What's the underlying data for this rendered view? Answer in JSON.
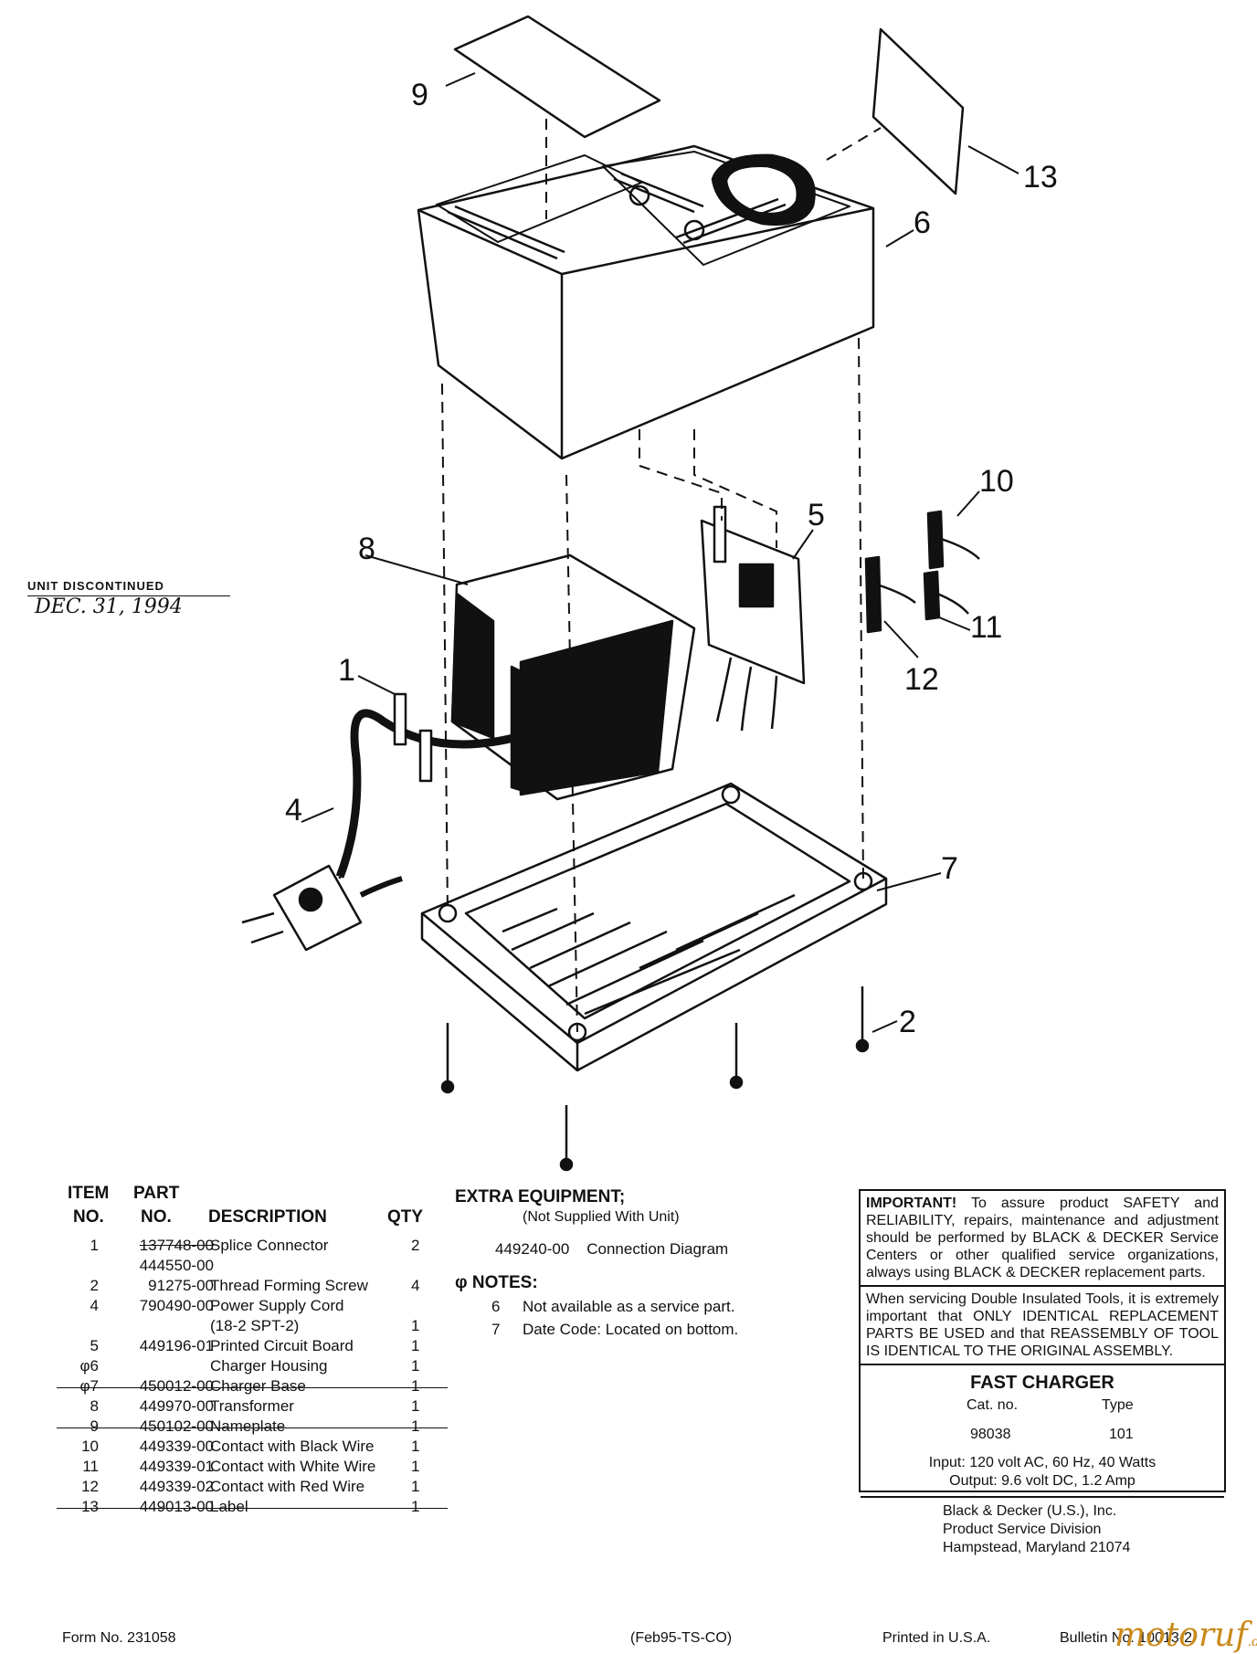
{
  "callouts": {
    "c1": "1",
    "c2": "2",
    "c4": "4",
    "c5": "5",
    "c6": "6",
    "c7": "7",
    "c8": "8",
    "c9": "9",
    "c10": "10",
    "c11": "11",
    "c12": "12",
    "c13": "13"
  },
  "discontinued": {
    "label": "UNIT DISCONTINUED",
    "date": "DEC. 31, 1994"
  },
  "parts_table": {
    "header_item": "ITEM",
    "header_part": "PART",
    "header_no1": "NO.",
    "header_no2": "NO.",
    "header_desc": "DESCRIPTION",
    "header_qty": "QTY",
    "rows": [
      {
        "no": "1",
        "part": "137748-00",
        "desc": "Splice Connector",
        "qty": "2"
      },
      {
        "no": "",
        "part": "444550-00",
        "desc": "",
        "qty": ""
      },
      {
        "no": "2",
        "part": "91275-00",
        "desc": "Thread Forming Screw",
        "qty": "4"
      },
      {
        "no": "4",
        "part": "790490-00",
        "desc": "Power Supply Cord",
        "qty": ""
      },
      {
        "no": "",
        "part": "",
        "desc": "(18-2 SPT-2)",
        "qty": "1"
      },
      {
        "no": "5",
        "part": "449196-01",
        "desc": "Printed Circuit Board",
        "qty": "1"
      },
      {
        "no": "φ6",
        "part": "",
        "desc": "Charger Housing",
        "qty": "1"
      },
      {
        "no": "φ7",
        "part": "450012-00",
        "desc": "Charger Base",
        "qty": "1"
      },
      {
        "no": "8",
        "part": "449970-00",
        "desc": "Transformer",
        "qty": "1"
      },
      {
        "no": "9",
        "part": "450102-00",
        "desc": "Nameplate",
        "qty": "1"
      },
      {
        "no": "10",
        "part": "449339-00",
        "desc": "Contact with Black Wire",
        "qty": "1"
      },
      {
        "no": "11",
        "part": "449339-01",
        "desc": "Contact with White Wire",
        "qty": "1"
      },
      {
        "no": "12",
        "part": "449339-02",
        "desc": "Contact with Red Wire",
        "qty": "1"
      },
      {
        "no": "13",
        "part": "449013-00",
        "desc": "Label",
        "qty": "1"
      }
    ]
  },
  "extra": {
    "title": "EXTRA EQUIPMENT;",
    "subtitle": "(Not Supplied With Unit)",
    "part": "449240-00",
    "desc": "Connection Diagram",
    "notes_title": "φ NOTES:",
    "notes": [
      {
        "num": "6",
        "text": "Not available as a service part."
      },
      {
        "num": "7",
        "text": "Date Code: Located on bottom."
      }
    ]
  },
  "info": {
    "important_head": "IMPORTANT!",
    "important_text": " To assure product SAFETY and RELIABILITY, repairs, maintenance and adjustment should be performed by BLACK & DECKER Service Centers or other qualified service organizations, always using BLACK & DECKER replacement parts.",
    "double_insulated": "When servicing Double Insulated Tools, it is extremely important that ONLY IDENTICAL REPLACEMENT PARTS BE USED and that REASSEMBLY OF TOOL IS IDENTICAL TO THE ORIGINAL ASSEMBLY.",
    "product_title": "FAST CHARGER",
    "cat_label": "Cat. no.",
    "type_label": "Type",
    "cat_value": "98038",
    "type_value": "101",
    "input": "Input: 120 volt AC, 60 Hz, 40 Watts",
    "output": "Output: 9.6 volt DC, 1.2 Amp",
    "company": "Black & Decker (U.S.), Inc.",
    "division": "Product Service Division",
    "address": "Hampstead, Maryland 21074"
  },
  "footer": {
    "form": "Form No. 231058",
    "code": "(Feb95-TS-CO)",
    "printed": "Printed in U.S.A.",
    "bulletin": "Bulletin No. 10013-2"
  },
  "watermark": {
    "text": "motoruf",
    "suffix": ".de"
  }
}
